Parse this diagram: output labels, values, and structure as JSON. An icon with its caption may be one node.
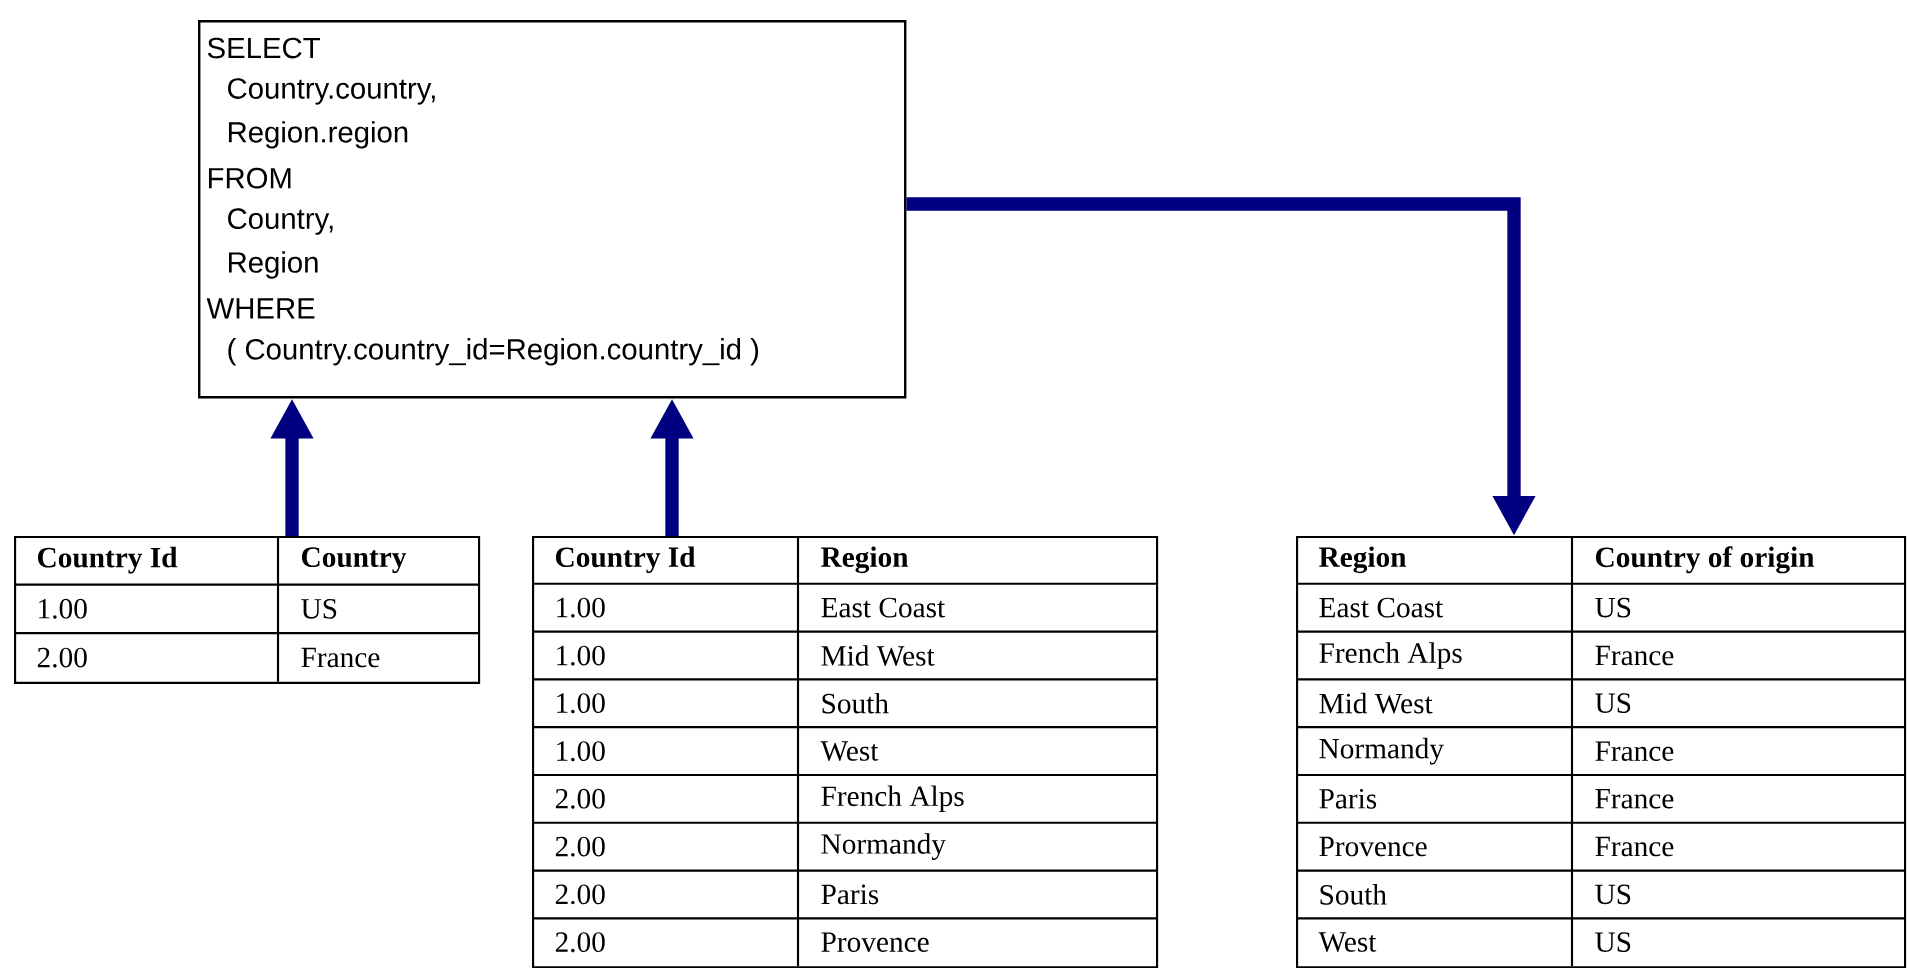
{
  "diagram": {
    "nodes": [
      {
        "text": [
          "SELECT",
          "Country.country,",
          "Region.region",
          "FROM",
          "Country,",
          "Region",
          "WHERE",
          "( Country.country_id=Region.country_id )"
        ]
      },
      {
        "text": [
          "Country Id",
          "Country",
          "1.00",
          "US",
          "2.00",
          "France"
        ]
      },
      {
        "text": [
          "Country Id",
          "Region",
          "1.00",
          "East Coast",
          "1.00",
          "Mid West",
          "1.00",
          "South",
          "1.00",
          "West",
          "2.00",
          "French Alps",
          "2.00",
          "Normandy",
          "2.00",
          "Paris",
          "2.00",
          "Provence"
        ]
      },
      {
        "text": [
          "Region",
          "Country of origin",
          "East Coast",
          "US",
          "French Alps",
          "France",
          "Mid West",
          "US",
          "Normandy",
          "France",
          "Paris",
          "France",
          "Provence",
          "France",
          "South",
          "US",
          "West",
          "US"
        ]
      }
    ],
    "edges": [
      {
        "from": 1,
        "to": 0,
        "arrow": "to"
      },
      {
        "from": 2,
        "to": 0,
        "arrow": "to"
      },
      {
        "from": 0,
        "to": 3,
        "arrow": "to"
      }
    ]
  }
}
